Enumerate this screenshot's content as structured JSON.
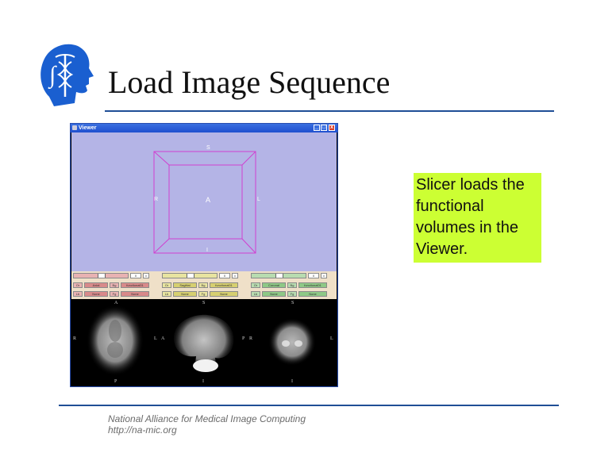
{
  "slide": {
    "title": "Load Image Sequence",
    "footer_org": "National Alliance for Medical Image Computing",
    "footer_url": "http://na-mic.org",
    "callout_text": "Slicer loads the functional volumes in the Viewer.",
    "colors": {
      "rule": "#1f4e96",
      "callout_bg": "#ccff33",
      "logo": "#1a5fd0"
    },
    "logo_icon": "namic-head-caduceus-icon"
  },
  "viewer": {
    "window_title": "Viewer",
    "window_buttons": [
      "_",
      "□",
      "x"
    ],
    "view3d_labels": {
      "top": "S",
      "left": "R",
      "center": "A",
      "right": "L",
      "bottom": "I"
    },
    "panels": [
      {
        "name": "axial",
        "color": "#e8b2b2",
        "accent": "#d88a8a",
        "orient": "Axial",
        "row1": [
          "Or",
          "Axial",
          "Bg",
          "functional01"
        ],
        "row2": [
          "Lb",
          "None",
          "Fg",
          "None"
        ],
        "value": "0"
      },
      {
        "name": "sagittal",
        "color": "#e8e4a0",
        "accent": "#d6cf70",
        "orient": "Sagittal",
        "row1": [
          "Or",
          "Sagittal",
          "Bg",
          "functional01"
        ],
        "row2": [
          "Lb",
          "None",
          "Fg",
          "None"
        ],
        "value": "0"
      },
      {
        "name": "coronal",
        "color": "#b8dcb0",
        "accent": "#8ec886",
        "orient": "Coronal",
        "row1": [
          "Or",
          "Coronal",
          "Bg",
          "functional01"
        ],
        "row2": [
          "Lb",
          "None",
          "Fg",
          "None"
        ],
        "value": "0"
      }
    ],
    "slice_labels": {
      "axial": {
        "top": "A",
        "left": "R",
        "right": "L",
        "bottom": "P"
      },
      "sagittal": {
        "top": "S",
        "left": "A",
        "right": "P",
        "bottom": "I"
      },
      "coronal": {
        "top": "S",
        "left": "R",
        "right": "L",
        "bottom": "I"
      }
    }
  }
}
